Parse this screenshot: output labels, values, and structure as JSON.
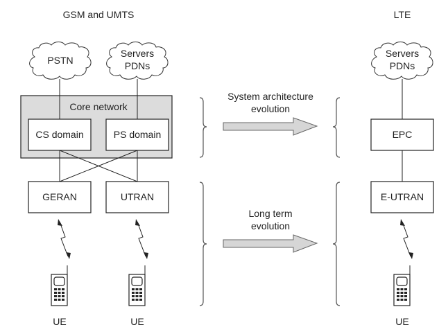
{
  "headers": {
    "left": "GSM and UMTS",
    "right": "LTE"
  },
  "clouds": {
    "pstn": [
      "PSTN"
    ],
    "servers_left": [
      "Servers",
      "PDNs"
    ],
    "servers_right": [
      "Servers",
      "PDNs"
    ]
  },
  "core_network": {
    "label": "Core network",
    "cs_domain": "CS domain",
    "ps_domain": "PS domain"
  },
  "access": {
    "geran": "GERAN",
    "utran": "UTRAN",
    "epc": "EPC",
    "eutran": "E-UTRAN"
  },
  "evolution": {
    "sae_line1": "System architecture",
    "sae_line2": "evolution",
    "lte_line1": "Long term",
    "lte_line2": "evolution"
  },
  "ue": {
    "left": "UE",
    "middle": "UE",
    "right": "UE"
  },
  "colors": {
    "core_fill": "#dcdcdc",
    "arrow_fill": "#d6d6d6"
  }
}
